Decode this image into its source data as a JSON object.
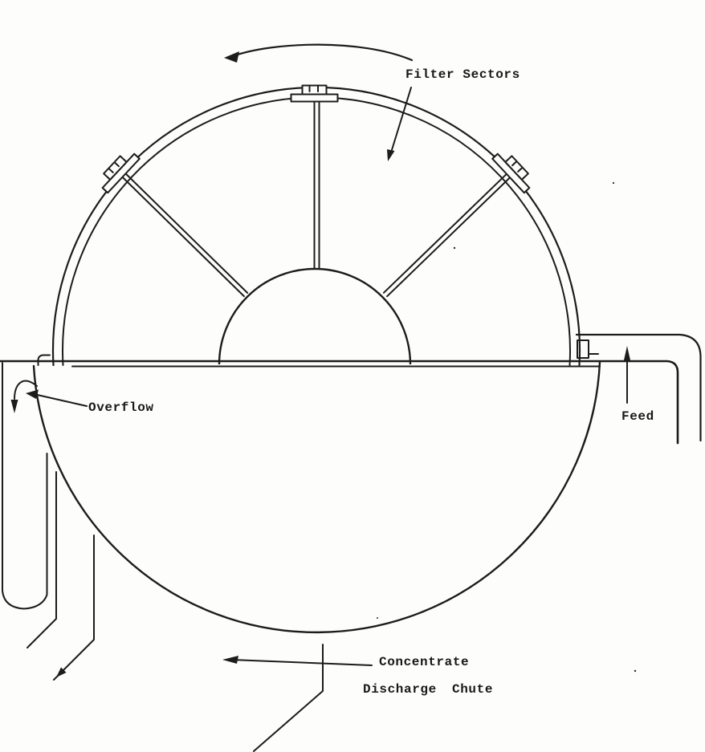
{
  "page": {
    "background": "#fdfdfb",
    "ink": "#1c1c1c",
    "description_labels_only": true
  },
  "labels": {
    "filter_sectors": "Filter Sectors",
    "overflow": "Overflow",
    "feed": "Feed",
    "concentrate": "Concentrate",
    "discharge_chute": "Discharge Chute"
  }
}
